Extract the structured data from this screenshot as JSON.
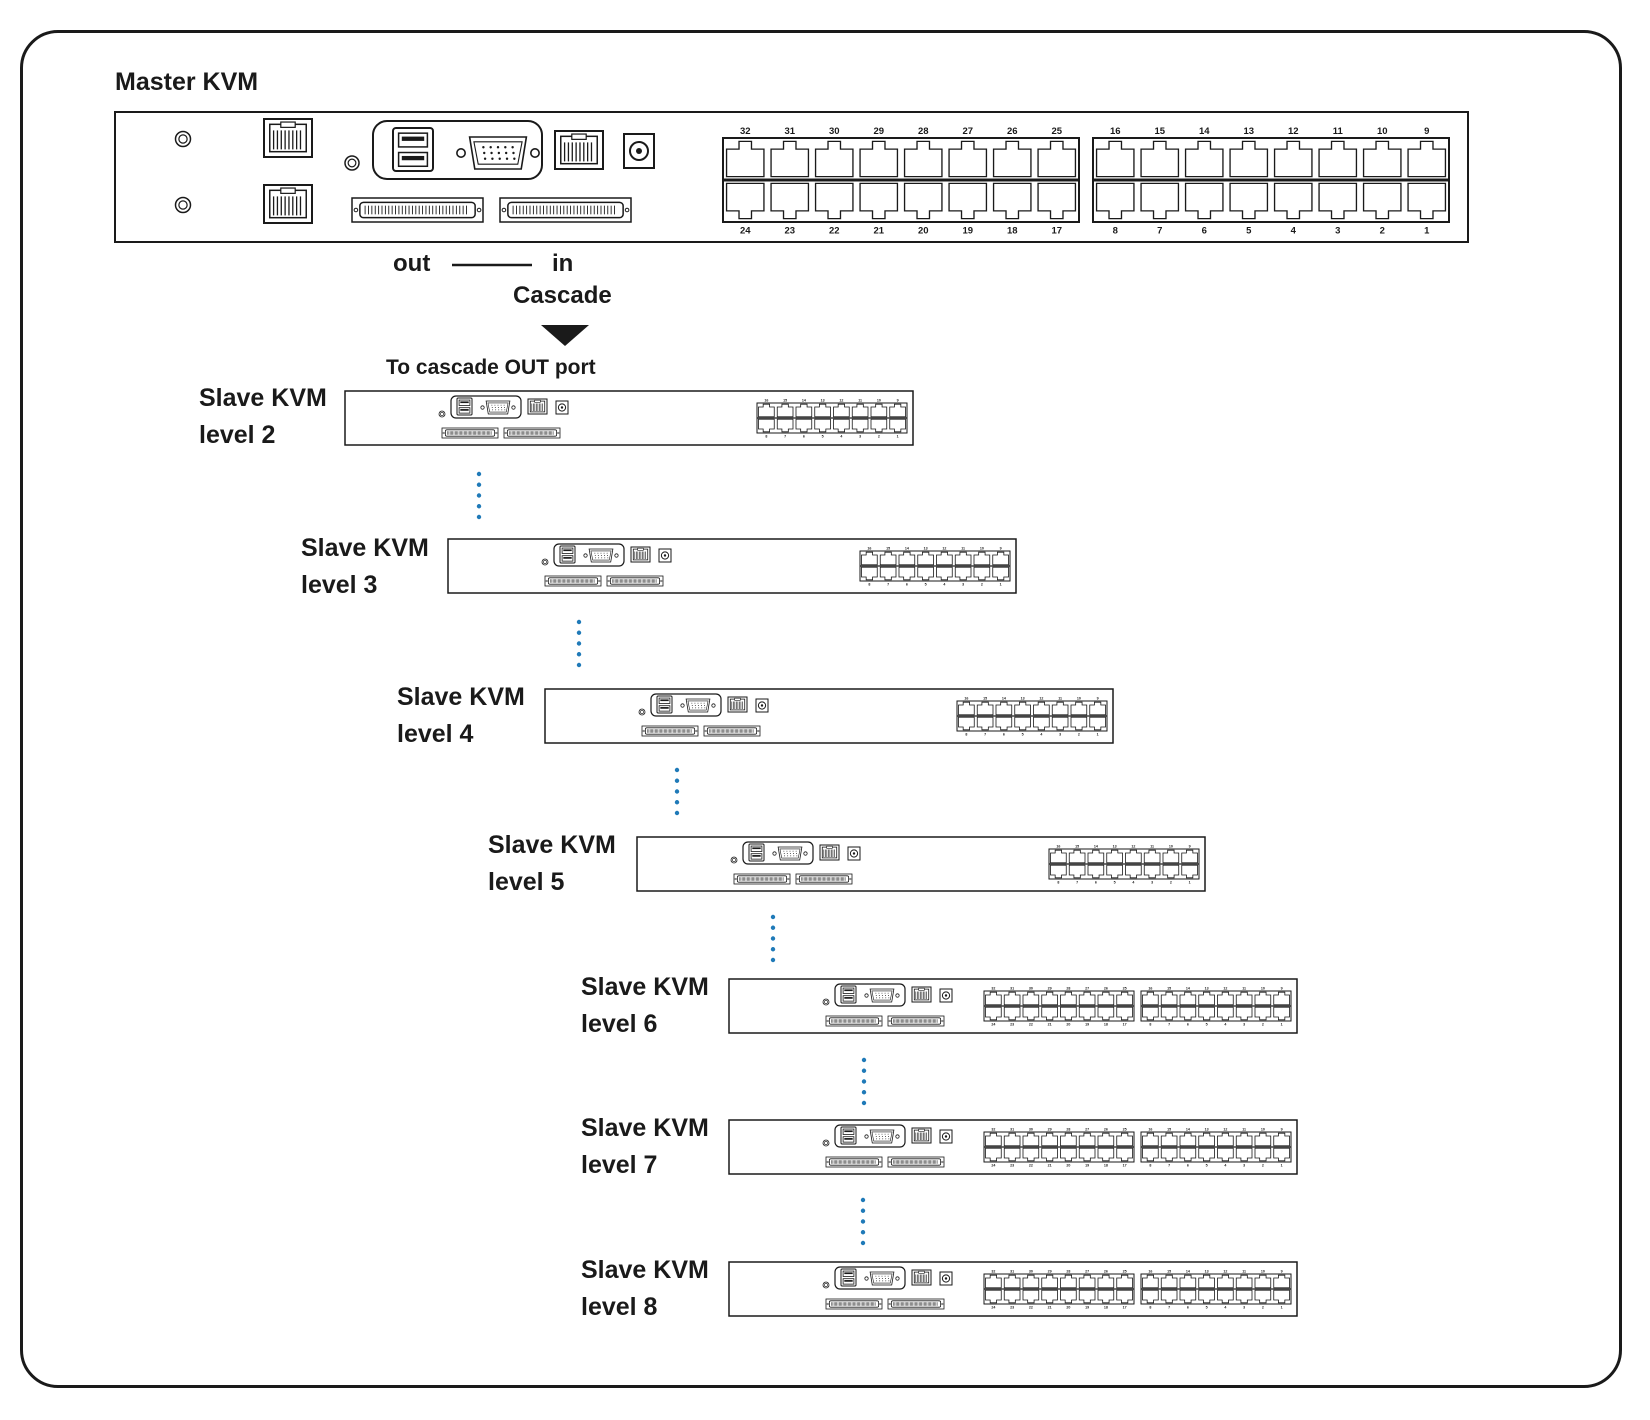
{
  "master": {
    "title": "Master KVM"
  },
  "cascade": {
    "out_label": "out",
    "in_label": "in",
    "title": "Cascade",
    "note": "To cascade OUT port"
  },
  "slaves": [
    {
      "name": "Slave KVM",
      "level": "level 2",
      "ports": 16
    },
    {
      "name": "Slave KVM",
      "level": "level 3",
      "ports": 16
    },
    {
      "name": "Slave KVM",
      "level": "level 4",
      "ports": 16
    },
    {
      "name": "Slave KVM",
      "level": "level 5",
      "ports": 16
    },
    {
      "name": "Slave KVM",
      "level": "level 6",
      "ports": 32
    },
    {
      "name": "Slave KVM",
      "level": "level 7",
      "ports": 32
    },
    {
      "name": "Slave KVM",
      "level": "level 8",
      "ports": 32
    }
  ],
  "colors": {
    "line": "#1a1a1a",
    "dots": "#1f7ab8"
  }
}
